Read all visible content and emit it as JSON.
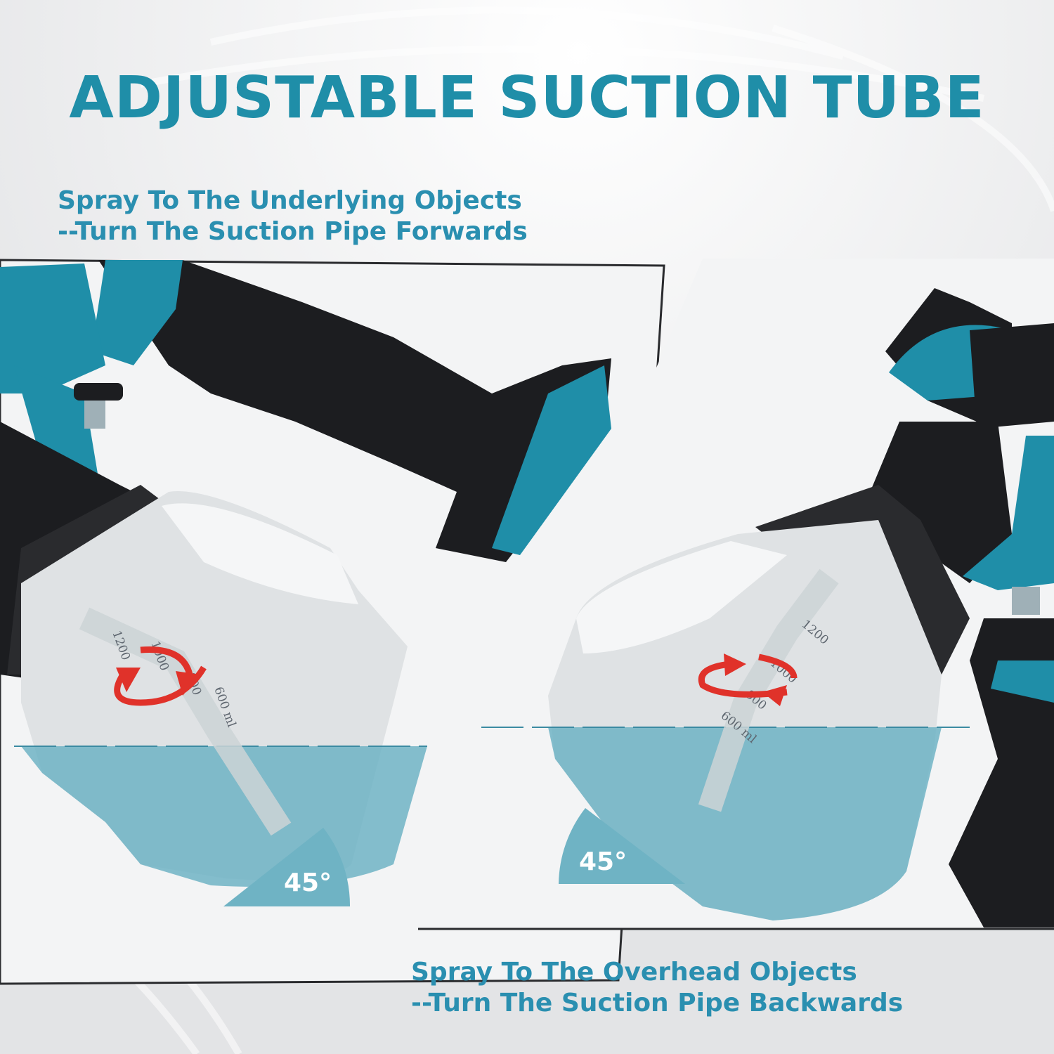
{
  "title": "ADJUSTABLE SUCTION TUBE",
  "left_panel": {
    "caption_line1": "Spray To The Underlying Objects",
    "caption_line2": "--Turn The Suction Pipe Forwards",
    "angle_label": "45°",
    "scale": [
      "1200",
      "1000",
      "800",
      "600 ml"
    ]
  },
  "right_panel": {
    "caption_line1": "Spray To The Overhead Objects",
    "caption_line2": "--Turn The Suction Pipe Backwards",
    "angle_label": "45°",
    "scale": [
      "1200",
      "1000",
      "800",
      "600 ml"
    ]
  },
  "colors": {
    "brand_teal": "#1f8ea8",
    "liquid": "#6fb3c4",
    "arrow": "#e0322a",
    "body": "#1c1d20"
  },
  "icons": [
    "rotate-arrows-icon",
    "angle-wedge-icon"
  ]
}
